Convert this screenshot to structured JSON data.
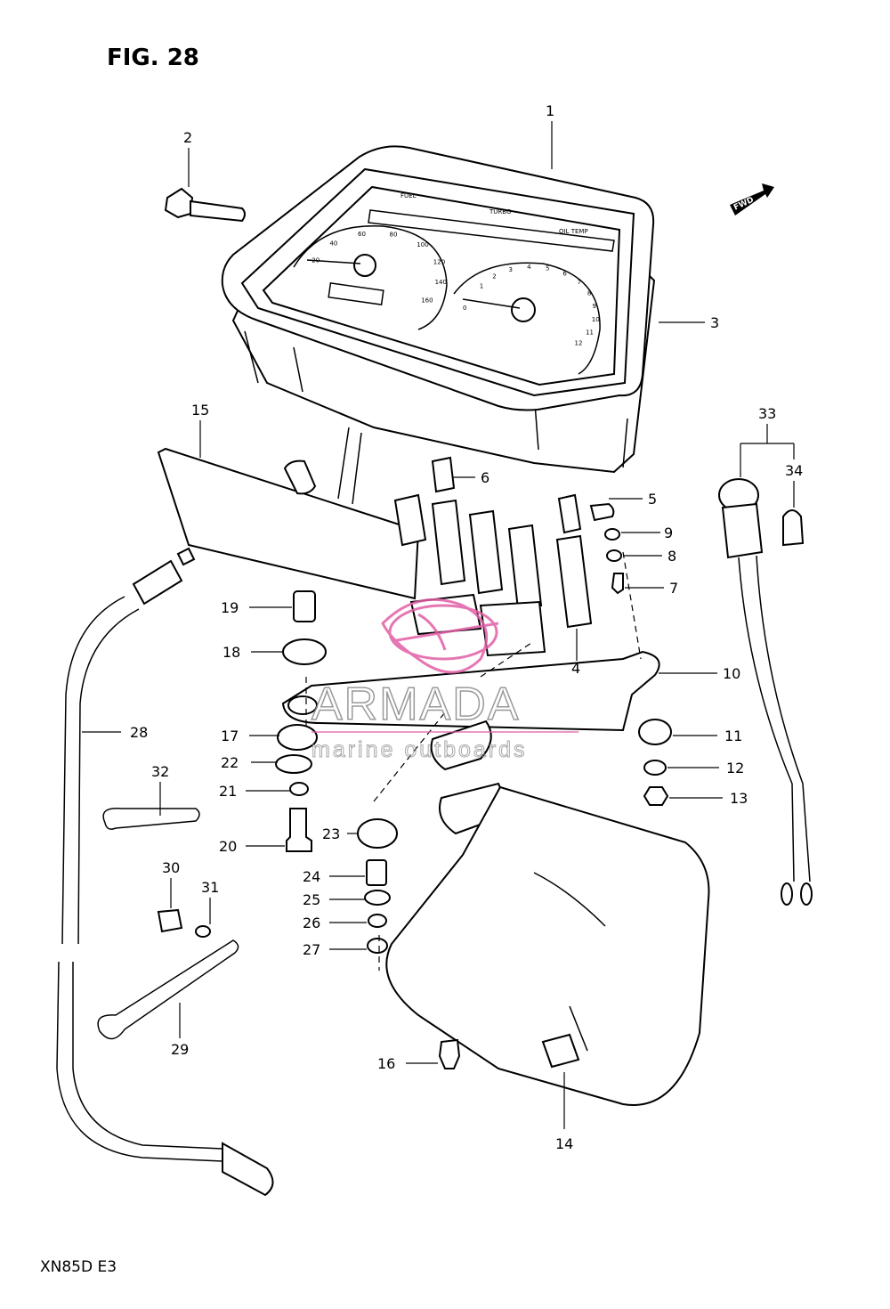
{
  "figure": {
    "title": "FIG. 28",
    "model_code": "XN85D E3",
    "direction_marker": "FWD"
  },
  "watermark": {
    "brand": "ARMADA",
    "tagline": "marine outboards"
  },
  "instrument_panel": {
    "fuel_label": "FUEL",
    "turbo_label": "TURBO",
    "oil_temp_label": "OIL TEMP",
    "speedo_numbers": [
      "20",
      "40",
      "60",
      "80",
      "100",
      "120",
      "140",
      "160"
    ],
    "tacho_numbers": [
      "1",
      "2",
      "3",
      "4",
      "5",
      "6",
      "7",
      "8",
      "9",
      "10",
      "11",
      "12"
    ],
    "tacho_zero": "0"
  },
  "callouts": [
    "1",
    "2",
    "3",
    "4",
    "5",
    "6",
    "7",
    "8",
    "9",
    "10",
    "11",
    "12",
    "13",
    "14",
    "15",
    "16",
    "17",
    "18",
    "19",
    "20",
    "21",
    "22",
    "23",
    "24",
    "25",
    "26",
    "27",
    "28",
    "29",
    "30",
    "31",
    "32",
    "33",
    "34"
  ],
  "colors": {
    "ink": "#000000",
    "watermark_logo": "#e25fa6",
    "watermark_text": "#8a8a8a",
    "background": "#ffffff"
  }
}
